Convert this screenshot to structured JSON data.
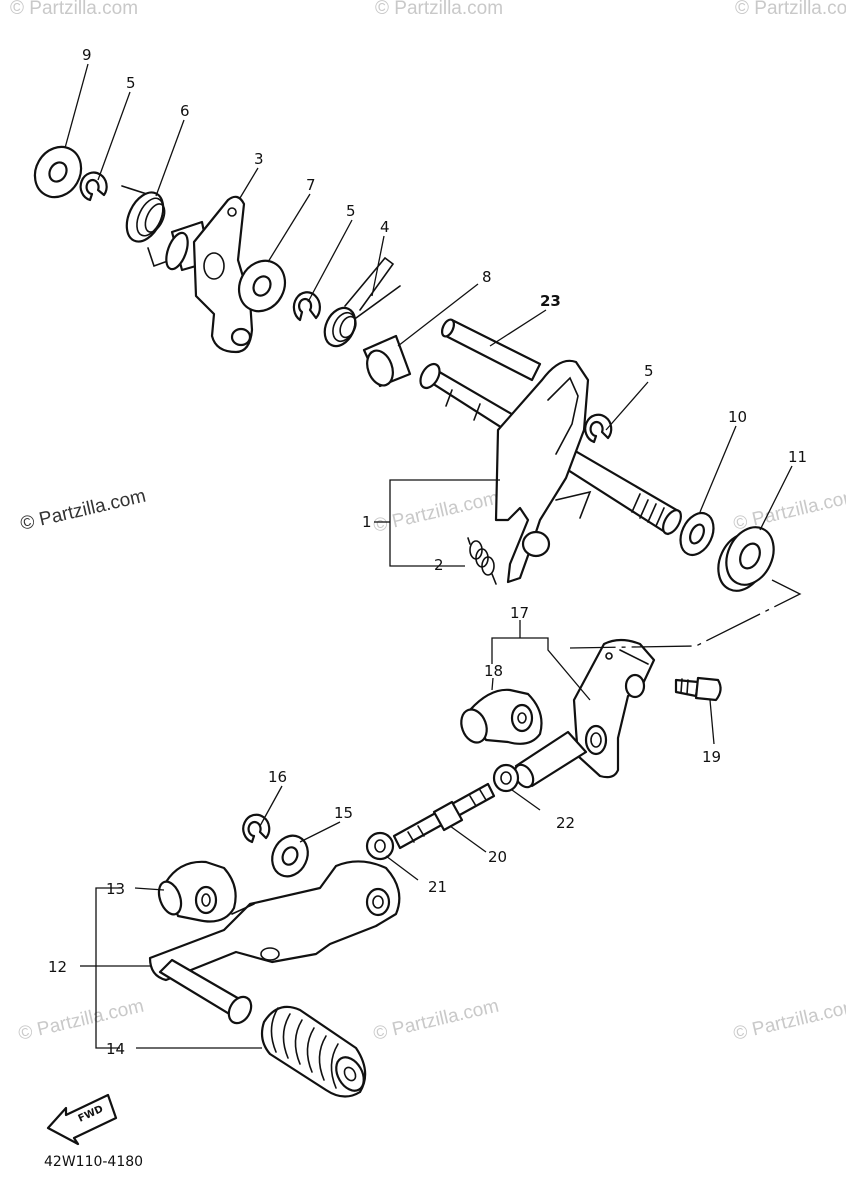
{
  "watermarks": {
    "main": "© Partzilla.com",
    "tile": "© Partzilla.com"
  },
  "labels": {
    "p1": "1",
    "p2": "2",
    "p3": "3",
    "p4": "4",
    "p5a": "5",
    "p5b": "5",
    "p5c": "5",
    "p6": "6",
    "p7": "7",
    "p8": "8",
    "p9": "9",
    "p10": "10",
    "p11": "11",
    "p12": "12",
    "p13": "13",
    "p14": "14",
    "p15": "15",
    "p16": "16",
    "p17": "17",
    "p18": "18",
    "p19": "19",
    "p20": "20",
    "p21": "21",
    "p22": "22",
    "p23": "23"
  },
  "fwd_label": "FWD",
  "diagram_code": "42W110-4180"
}
